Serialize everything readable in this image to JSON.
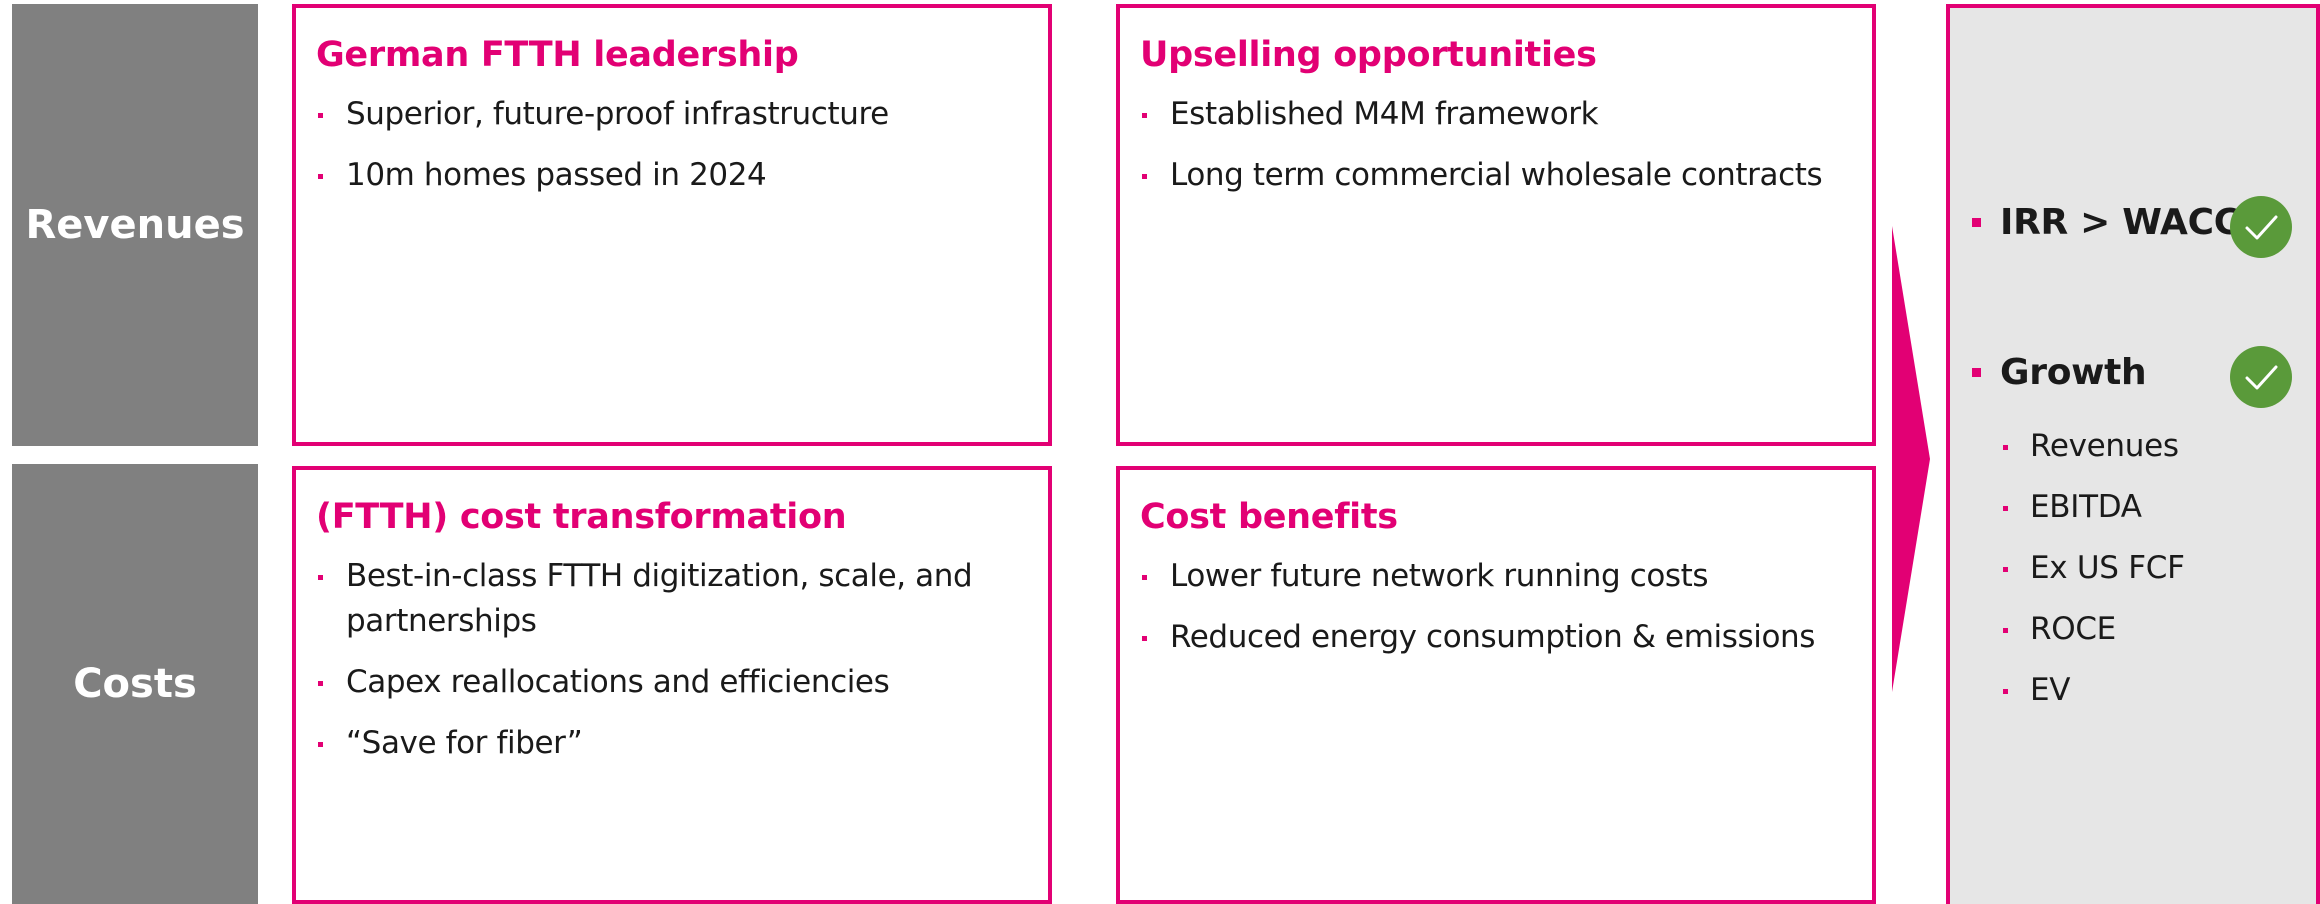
{
  "row_labels": {
    "revenues": "Revenues",
    "costs": "Costs"
  },
  "boxes": {
    "german_ftth": {
      "title": "German FTTH leadership",
      "items": [
        "Superior, future-proof infrastructure",
        "10m homes passed in 2024"
      ]
    },
    "upselling": {
      "title": "Upselling opportunities",
      "items": [
        "Established M4M framework",
        "Long term commercial wholesale contracts"
      ]
    },
    "cost_transformation": {
      "title": "(FTTH) cost transformation",
      "items": [
        "Best-in-class FTTH digitization, scale, and partnerships",
        "Capex reallocations and efficiencies",
        "“Save for fiber”"
      ]
    },
    "cost_benefits": {
      "title": "Cost benefits",
      "items": [
        "Lower future network running costs",
        "Reduced energy consumption & emissions"
      ]
    }
  },
  "result": {
    "irr": "IRR > WACC",
    "growth": "Growth",
    "growth_items": [
      "Revenues",
      "EBITDA",
      "Ex US FCF",
      "ROCE",
      "EV"
    ]
  },
  "icons": {
    "check": "checkmark-icon",
    "arrow": "arrow-right-icon"
  },
  "colors": {
    "accent": "#e20074",
    "label_bg": "#808080",
    "check_green": "#5a9a3a",
    "result_bg": "#e6e6e6"
  }
}
